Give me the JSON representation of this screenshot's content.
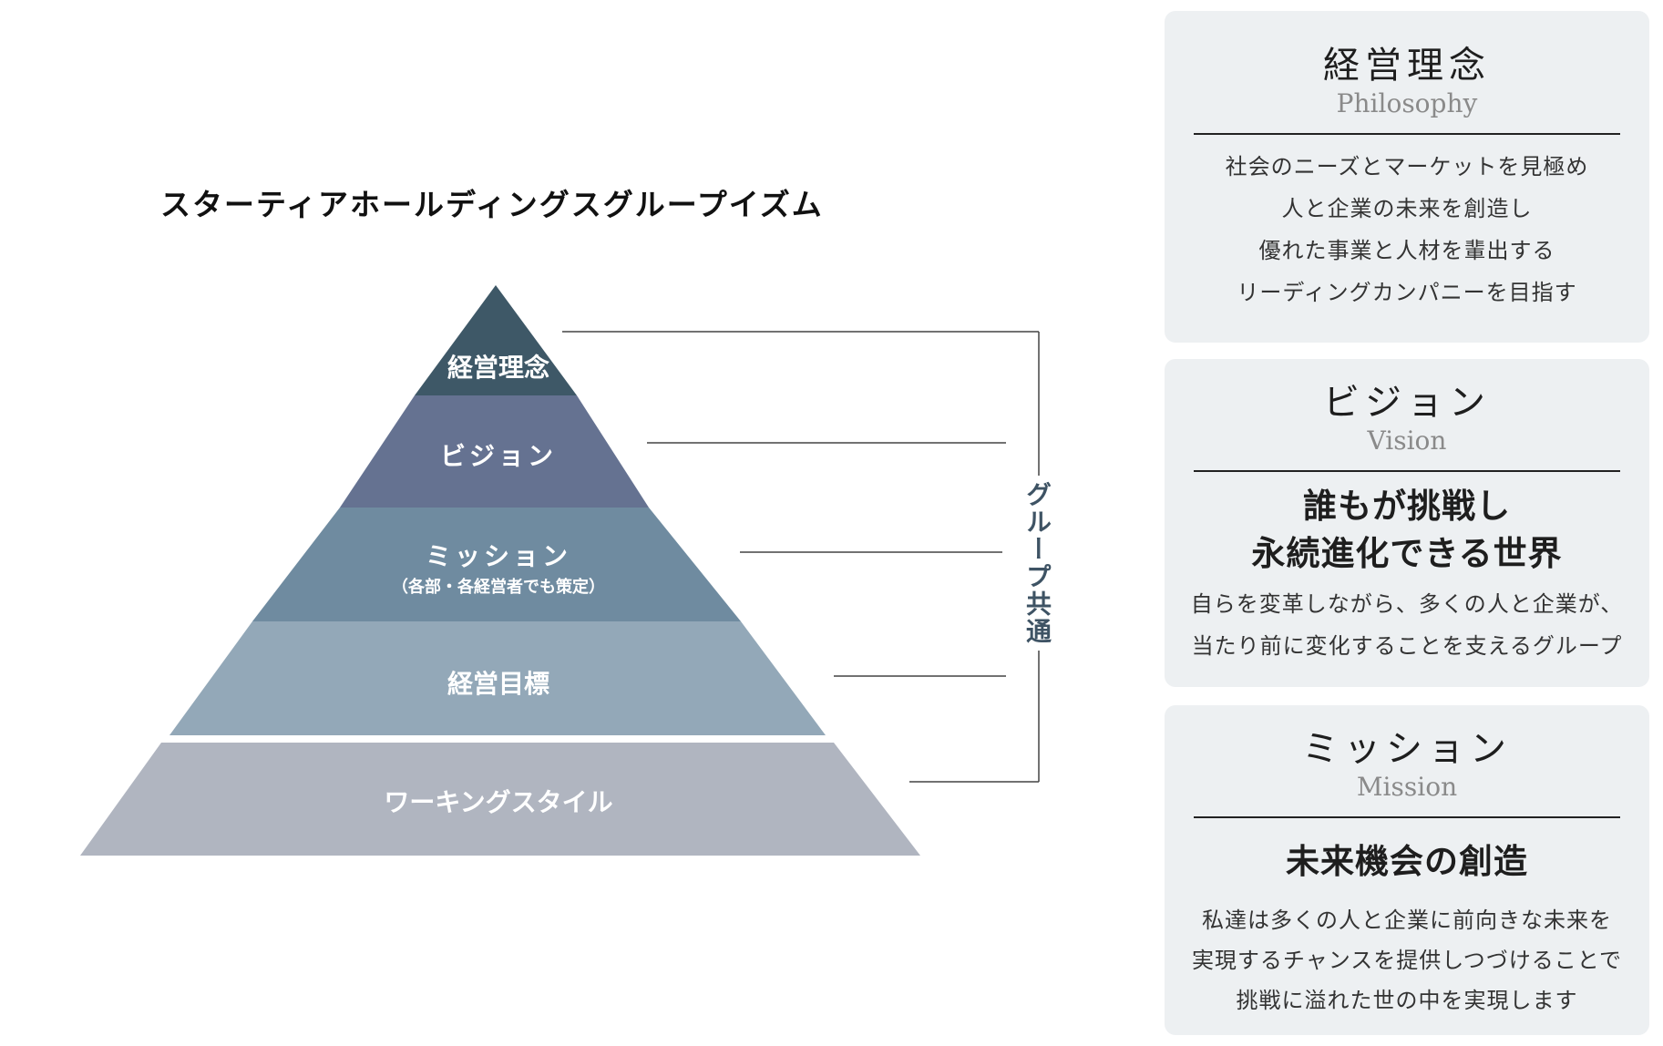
{
  "diagram": {
    "title": "スターティアホールディングスグループイズム",
    "layers": [
      {
        "label": "経営理念",
        "sublabel": "",
        "color": "#3e5867"
      },
      {
        "label": "ビジョン",
        "sublabel": "",
        "color": "#657291"
      },
      {
        "label": "ミッション",
        "sublabel": "（各部・各経営者でも策定）",
        "color": "#6f8ba0"
      },
      {
        "label": "経営目標",
        "sublabel": "",
        "color": "#93a8b8"
      },
      {
        "label": "ワーキングスタイル",
        "sublabel": "",
        "color": "#b0b5c0"
      }
    ],
    "bracket_label": "グループ共通"
  },
  "cards": {
    "philosophy": {
      "heading": "経営理念",
      "english": "Philosophy",
      "body": [
        "社会のニーズとマーケットを見極め",
        "人と企業の未来を創造し",
        "優れた事業と人材を輩出する",
        "リーディングカンパニーを目指す"
      ]
    },
    "vision": {
      "heading": "ビジョン",
      "english": "Vision",
      "statement": [
        "誰もが挑戦し",
        "永続進化できる世界"
      ],
      "body": [
        "自らを変革しながら、多くの人と企業が、",
        "当たり前に変化することを支えるグループ"
      ]
    },
    "mission": {
      "heading": "ミッション",
      "english": "Mission",
      "statement": [
        "未来機会の創造"
      ],
      "body": [
        "私達は多くの人と企業に前向きな未来を",
        "実現するチャンスを提供しつづけることで",
        "挑戦に溢れた世の中を実現します"
      ]
    }
  }
}
